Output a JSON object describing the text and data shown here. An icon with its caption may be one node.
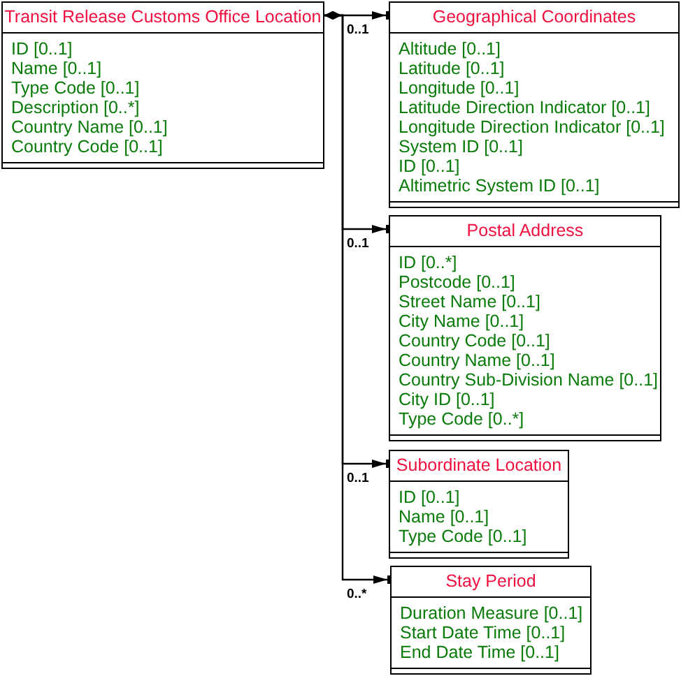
{
  "diagram": {
    "nodes": [
      {
        "text": [
          "Transit Release Customs Office Location",
          "ID [0..1]",
          "Name [0..1]",
          "Type Code [0..1]",
          "Description [0..*]",
          "Country Name [0..1]",
          "Country Code [0..1]"
        ]
      },
      {
        "text": [
          "Geographical Coordinates",
          "Altitude [0..1]",
          "Latitude [0..1]",
          "Longitude [0..1]",
          "Latitude Direction Indicator [0..1]",
          "Longitude Direction Indicator [0..1]",
          "System ID [0..1]",
          "ID [0..1]",
          "Altimetric System ID [0..1]"
        ]
      },
      {
        "text": [
          "Postal Address",
          "ID [0..*]",
          "Postcode [0..1]",
          "Street Name [0..1]",
          "City Name [0..1]",
          "Country Code [0..1]",
          "Country Name [0..1]",
          "Country Sub-Division Name [0..1]",
          "City ID [0..1]",
          "Type Code [0..*]"
        ]
      },
      {
        "text": [
          "Subordinate Location",
          "ID [0..1]",
          "Name [0..1]",
          "Type Code [0..1]"
        ]
      },
      {
        "text": [
          "Stay Period",
          "Duration Measure [0..1]",
          "Start Date Time [0..1]",
          "End Date Time [0..1]"
        ]
      }
    ],
    "edges": [
      {
        "from": 0,
        "to": 1,
        "arrow": "to",
        "label": "0..1"
      },
      {
        "from": 0,
        "to": 2,
        "arrow": "to",
        "label": "0..1"
      },
      {
        "from": 0,
        "to": 3,
        "arrow": "to",
        "label": "0..1"
      },
      {
        "from": 0,
        "to": 4,
        "arrow": "to",
        "label": "0..*"
      }
    ]
  }
}
